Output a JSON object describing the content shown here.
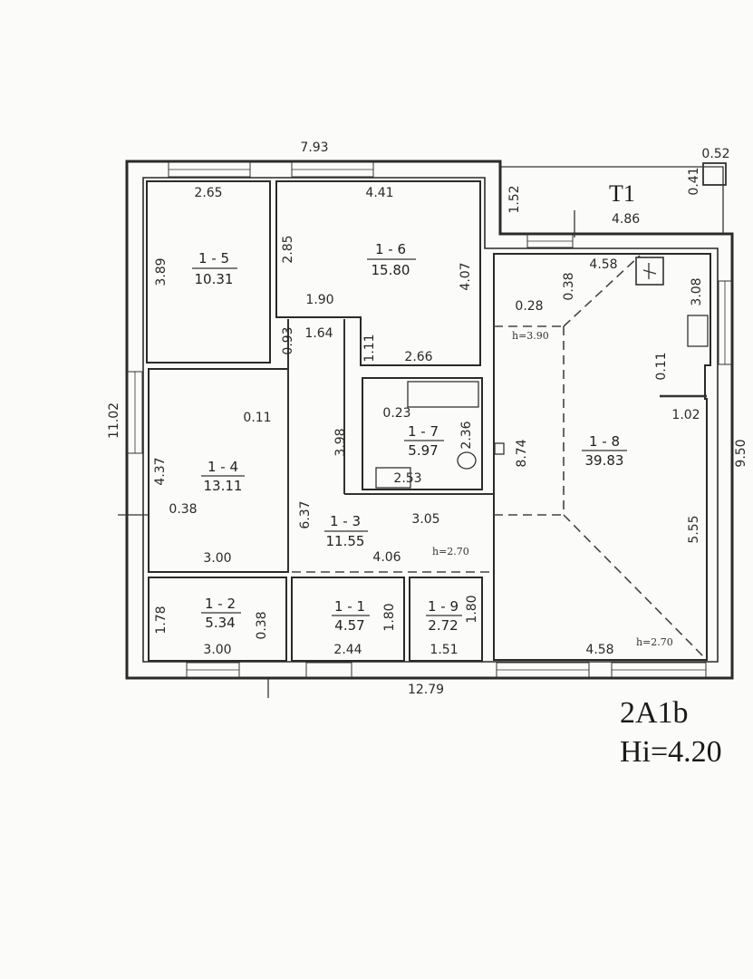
{
  "plan": {
    "code": "2A1b",
    "height_label": "Hi=4.20",
    "terrace_label": "T1"
  },
  "rooms": [
    {
      "id": "1 - 5",
      "area": "10.31"
    },
    {
      "id": "1 - 6",
      "area": "15.80"
    },
    {
      "id": "1 - 4",
      "area": "13.11"
    },
    {
      "id": "1 - 7",
      "area": "5.97"
    },
    {
      "id": "1 - 3",
      "area": "11.55"
    },
    {
      "id": "1 - 8",
      "area": "39.83"
    },
    {
      "id": "1 - 2",
      "area": "5.34"
    },
    {
      "id": "1 - 1",
      "area": "4.57"
    },
    {
      "id": "1 - 9",
      "area": "2.72"
    }
  ],
  "dimensions": {
    "top_total": "7.93",
    "terrace_post": "0.52",
    "terrace_depth": "0.41",
    "terrace_width": "4.86",
    "terrace_offset": "1.52",
    "left_total": "11.02",
    "right_total": "9.50",
    "bottom_total": "12.79",
    "r5_width": "2.65",
    "r5_height": "3.89",
    "r6_width": "4.41",
    "r6_left": "2.85",
    "r6_right": "4.07",
    "r6_step": "1.90",
    "r6_bottom": "2.66",
    "r6_nook": "1.11",
    "corr_width": "1.64",
    "corr_gap": "0.93",
    "r8_top": "4.58",
    "r8_wall": "0.38",
    "r8_wall2": "0.28",
    "r8_height_high": "h=3.90",
    "r8_right_upper": "3.08",
    "r8_niche": "0.11",
    "r8_niche_width": "1.02",
    "r8_height": "8.74",
    "r8_right_lower": "5.55",
    "r8_bottom": "4.58",
    "r8_height_low": "h=2.70",
    "r4_wall": "0.11",
    "r4_height": "4.37",
    "r4_outer": "0.38",
    "r4_width": "3.00",
    "r7_wall": "0.23",
    "r7_height": "3.98",
    "r7_depth": "2.36",
    "r7_width": "2.53",
    "r3_length": "6.37",
    "r3_width": "3.05",
    "r3_span": "4.06",
    "r3_ceiling": "h=2.70",
    "r2_height": "1.78",
    "r2_width": "3.00",
    "r2_wall": "0.38",
    "r1_width": "2.44",
    "r1_height": "1.80",
    "r9_width": "1.51",
    "r9_height": "1.80"
  }
}
